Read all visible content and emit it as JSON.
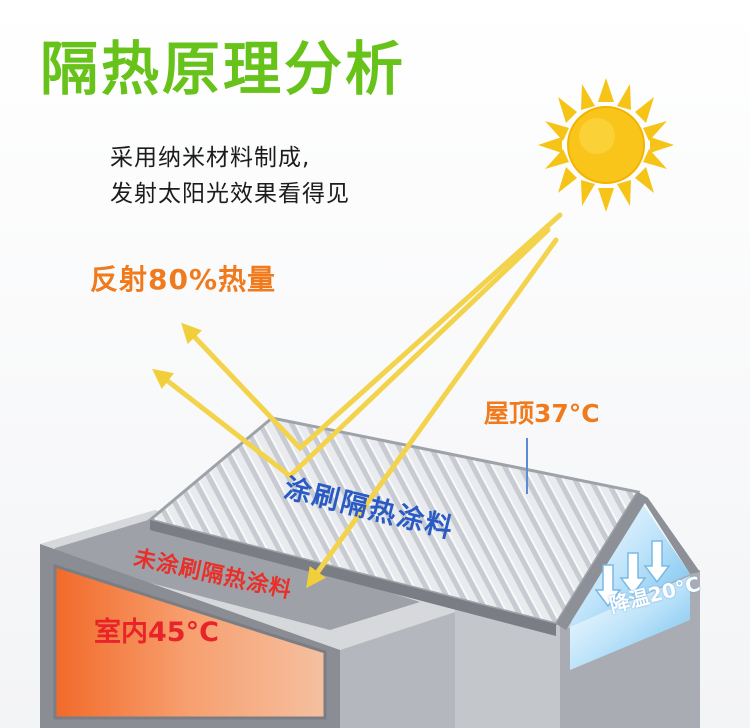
{
  "title": "隔热原理分析",
  "description": {
    "line1": "采用纳米材料制成,",
    "line2": "发射太阳光效果看得见"
  },
  "labels": {
    "reflect": "反射80%热量",
    "roof_temp": "屋顶37°C",
    "coated": "涂刷隔热涂料",
    "uncoated": "未涂刷隔热涂料",
    "indoor": "室内45°C",
    "cooling": "降温20°C"
  },
  "colors": {
    "title": "#67c21a",
    "sun": "#f6c416",
    "ray": "#f3d24c",
    "reflect_text": "#f07a1c",
    "coated_text": "#2a5bc4",
    "hot_text": "#e8242a",
    "cool_panel": "#7fc6f0"
  }
}
